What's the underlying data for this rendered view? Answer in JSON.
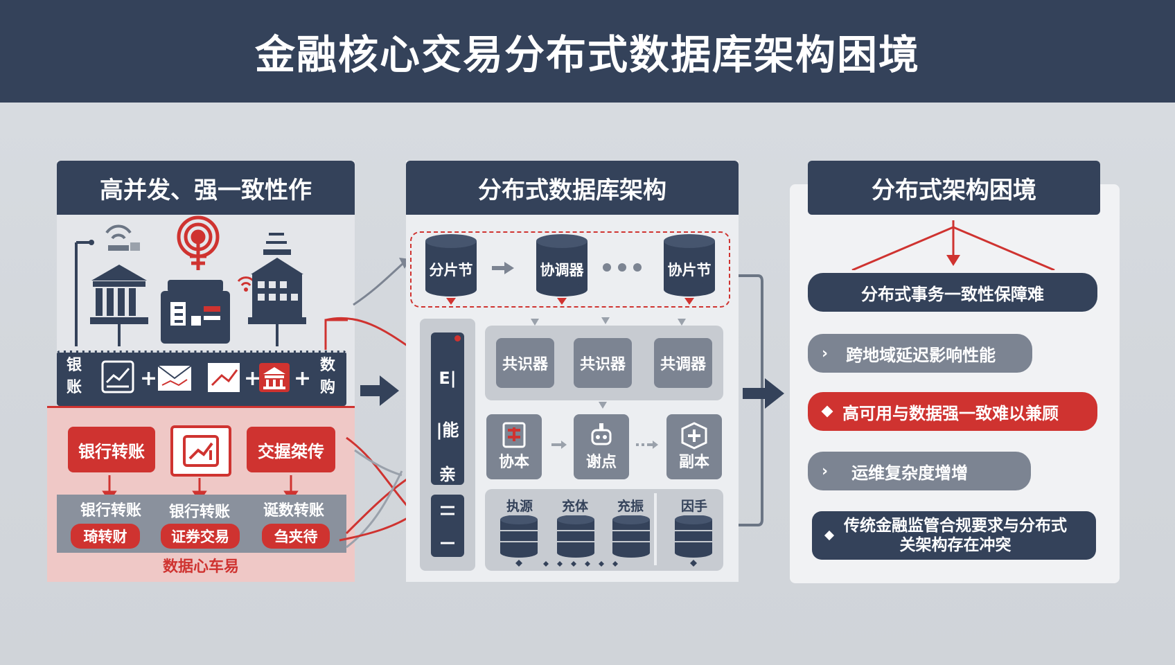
{
  "title": "金融核心交易分布式数据库架构困境",
  "left": {
    "header": "高并发、强一致性作",
    "side_left": "银\n账",
    "side_right": "数\n购",
    "row1": [
      "银行转账",
      "交握桀传"
    ],
    "row2_top": [
      "银行转账",
      "银行转账",
      "诞数转账"
    ],
    "row2_bottom": [
      "琦转财",
      "证券交易",
      "刍夹待"
    ],
    "footer": "数据心车易"
  },
  "middle": {
    "header": "分布式数据库架构",
    "db_top": [
      "分片节",
      "协调器",
      "协片节"
    ],
    "vertical_labels": [
      "E|",
      "|能",
      "亲"
    ],
    "consensus": [
      "共识器",
      "共识器",
      "共调器"
    ],
    "replicas": [
      "协本",
      "谢点",
      "副本"
    ],
    "bottom_labels": [
      "执源",
      "充体",
      "充振",
      "因手"
    ]
  },
  "right": {
    "header": "分布式架构困境",
    "items": [
      {
        "text": "分布式事务一致性保障难",
        "style": "dark"
      },
      {
        "text": "跨地域延迟影响性能",
        "style": "gray"
      },
      {
        "text": "高可用与数据强一致难以兼顾",
        "style": "red"
      },
      {
        "text": "运维复杂度增增",
        "style": "gray"
      },
      {
        "text": "传统金融监管合规要求与分布式",
        "text2": "关架构存在冲突",
        "style": "dark"
      }
    ]
  },
  "colors": {
    "navy": "#34425a",
    "red": "#cf3330",
    "gray": "#7c8492",
    "panel": "#eceef1"
  }
}
